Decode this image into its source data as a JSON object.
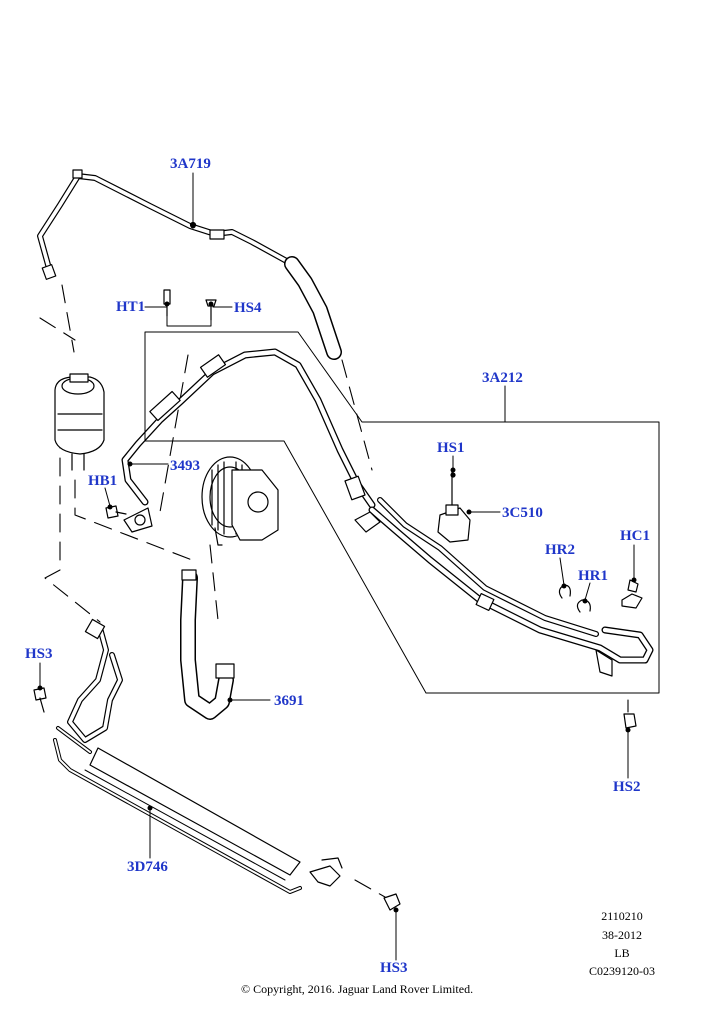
{
  "diagram": {
    "callouts": {
      "c3a719": "3A719",
      "ht1": "HT1",
      "hs4": "HS4",
      "c3a212": "3A212",
      "c3493": "3493",
      "hb1": "HB1",
      "hs1": "HS1",
      "c3c510": "3C510",
      "hr2": "HR2",
      "hr1": "HR1",
      "hc1": "HC1",
      "hs3_left": "HS3",
      "c3691": "3691",
      "hs2": "HS2",
      "c3d746": "3D746",
      "hs3_bottom": "HS3"
    },
    "reference": {
      "line1": "2110210",
      "line2": "38-2012",
      "line3": "LB",
      "line4": "C0239120-03"
    },
    "copyright": "© Copyright, 2016. Jaguar Land Rover Limited.",
    "colors": {
      "callout": "#1f36c9",
      "linework": "#000000",
      "background": "#ffffff"
    }
  }
}
